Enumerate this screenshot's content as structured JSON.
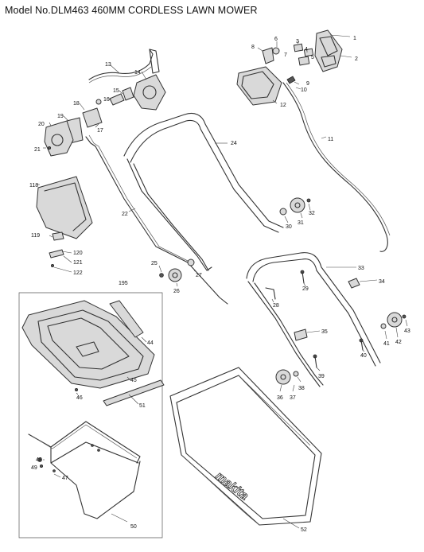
{
  "title": "Model No.DLM463 460MM CORDLESS LAWN MOWER",
  "brand_mark": "makita",
  "callouts": [
    "1",
    "2",
    "3",
    "4",
    "5",
    "6",
    "7",
    "8",
    "9",
    "10",
    "11",
    "12",
    "13",
    "14",
    "15",
    "16",
    "17",
    "18",
    "19",
    "20",
    "21",
    "22",
    "24",
    "25",
    "26",
    "27",
    "28",
    "29",
    "30",
    "31",
    "32",
    "33",
    "34",
    "35",
    "36",
    "37",
    "38",
    "39",
    "40",
    "41",
    "42",
    "43",
    "44",
    "45",
    "46",
    "47",
    "48",
    "49",
    "50",
    "51",
    "52",
    "118",
    "119",
    "120",
    "121",
    "122",
    "195"
  ]
}
